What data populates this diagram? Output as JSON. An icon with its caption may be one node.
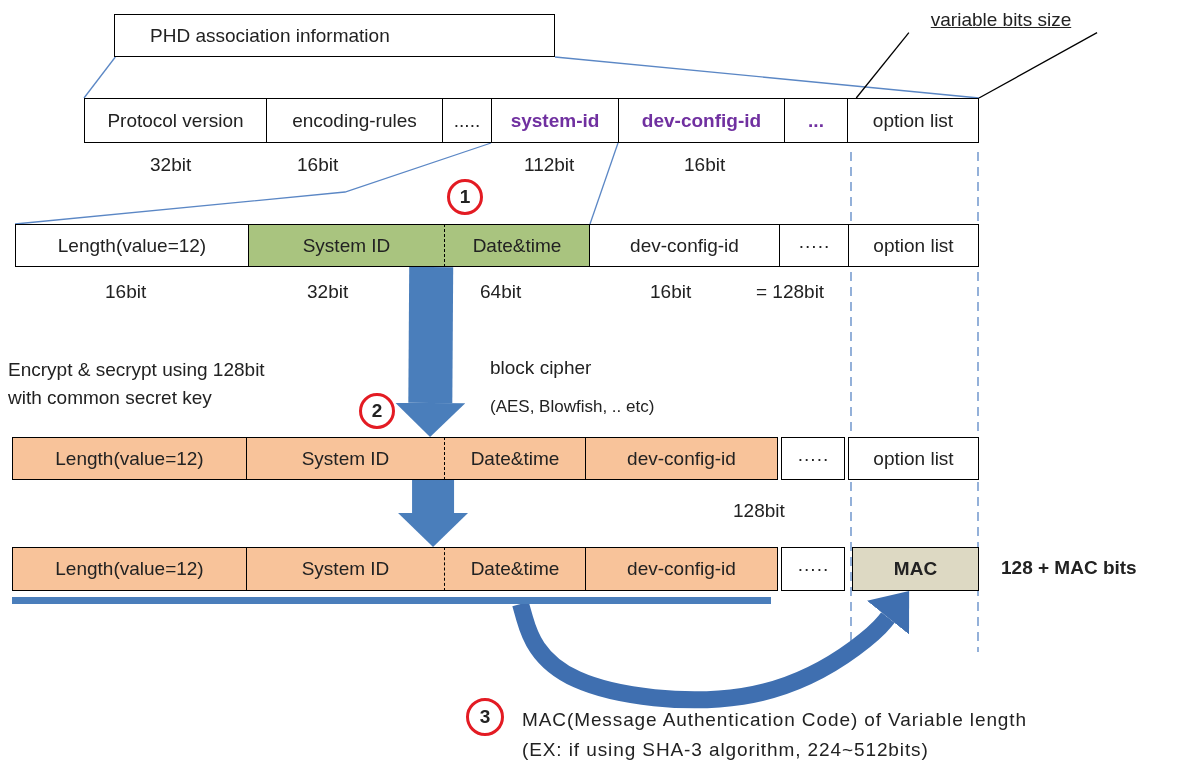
{
  "diagram": {
    "nodes": [
      {
        "text": [
          "PHD association information"
        ]
      },
      {
        "text": [
          "variable bits size"
        ]
      },
      {
        "text": [
          "Protocol version"
        ]
      },
      {
        "text": [
          "encoding-rules"
        ]
      },
      {
        "text": [
          "....."
        ]
      },
      {
        "text": [
          "system-id"
        ]
      },
      {
        "text": [
          "dev-config-id"
        ]
      },
      {
        "text": [
          "..."
        ]
      },
      {
        "text": [
          "option list"
        ]
      },
      {
        "text": [
          "1"
        ]
      },
      {
        "text": [
          "Length(value=12)"
        ]
      },
      {
        "text": [
          "System ID"
        ]
      },
      {
        "text": [
          "Date&time"
        ]
      },
      {
        "text": [
          "dev-config-id"
        ]
      },
      {
        "text": [
          "·····"
        ]
      },
      {
        "text": [
          "option list"
        ]
      },
      {
        "text": [
          "2"
        ]
      },
      {
        "text": [
          "Length(value=12)"
        ]
      },
      {
        "text": [
          "System ID"
        ]
      },
      {
        "text": [
          "Date&time"
        ]
      },
      {
        "text": [
          "dev-config-id"
        ]
      },
      {
        "text": [
          "·····"
        ]
      },
      {
        "text": [
          "option list"
        ]
      },
      {
        "text": [
          "Length(value=12)"
        ]
      },
      {
        "text": [
          "System ID"
        ]
      },
      {
        "text": [
          "Date&time"
        ]
      },
      {
        "text": [
          "dev-config-id"
        ]
      },
      {
        "text": [
          "·····"
        ]
      },
      {
        "text": [
          "MAC"
        ]
      },
      {
        "text": [],
        "shape": "bar"
      },
      {
        "text": [
          "3"
        ]
      }
    ],
    "edges": [
      {
        "from": 0,
        "to": 2,
        "arrow": "none"
      },
      {
        "from": 0,
        "to": 8,
        "arrow": "none"
      },
      {
        "from": 1,
        "to": 8,
        "arrow": "none",
        "color": "#000000"
      },
      {
        "from": 1,
        "to": 8,
        "arrow": "none",
        "color": "#000000"
      },
      {
        "from": 5,
        "to": 10,
        "arrow": "none"
      },
      {
        "from": 6,
        "to": 12,
        "arrow": "none"
      },
      {
        "from": 11,
        "to": 18,
        "arrow": "to",
        "style": "thick",
        "color": "#4a7ebb"
      },
      {
        "from": 18,
        "to": 24,
        "arrow": "to",
        "style": "thick",
        "color": "#4a7ebb"
      },
      {
        "from": 29,
        "to": 28,
        "arrow": "to",
        "style": "thick",
        "color": "#3f6fb0"
      }
    ],
    "labels": [
      "32bit",
      "16bit",
      "112bit",
      "16bit",
      "16bit",
      "32bit",
      "64bit",
      "16bit",
      "= 128bit",
      "Encrypt & secrypt using 128bit with common secret key",
      "block cipher",
      "(AES, Blowfish, .. etc)",
      "128bit",
      "128 + MAC bits",
      "MAC(Message Authentication Code) of Variable length (EX: if using SHA-3 algorithm, 224~512bits)"
    ]
  }
}
